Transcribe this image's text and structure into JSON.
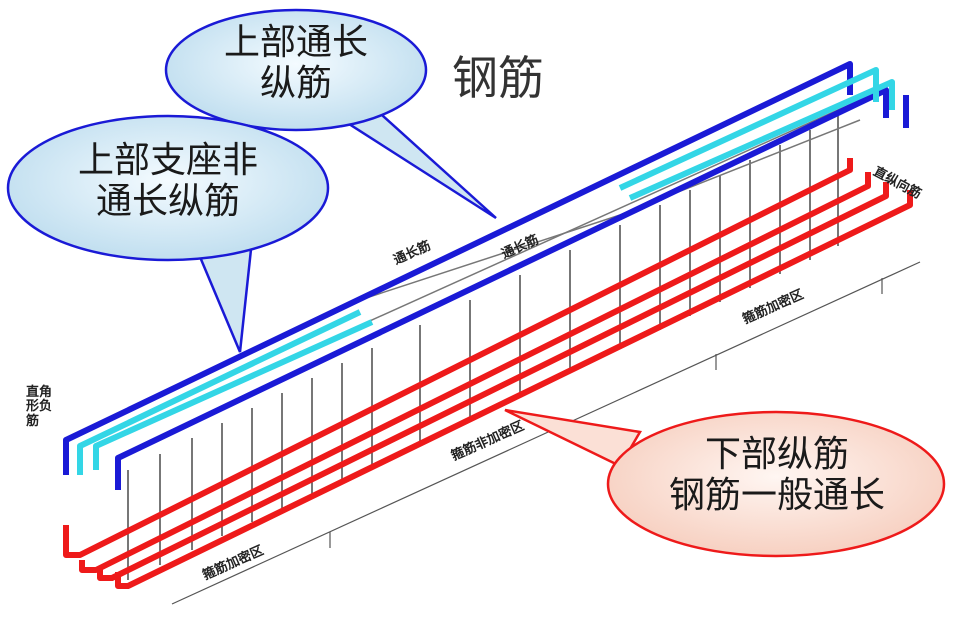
{
  "title": "钢筋",
  "callouts": {
    "top_through": {
      "line1": "上部通长",
      "line2": "纵筋"
    },
    "top_support": {
      "line1": "上部支座非",
      "line2": "通长纵筋"
    },
    "bottom": {
      "line1": "下部纵筋",
      "line2": "钢筋一般通长"
    }
  },
  "labels": {
    "straight_hook_line1": "直角",
    "straight_hook_line2": "形负",
    "straight_hook_line3": "筋",
    "through_bar_a": "通长筋",
    "through_bar_b": "通长筋",
    "stirrup_dense_right": "箍筋加密区",
    "stirrup_nondense": "箍筋非加密区",
    "stirrup_dense_left": "箍筋加密区",
    "longitudinal_bar": "直纵向筋"
  },
  "colors": {
    "top_through": "#1a1ad6",
    "top_support": "#33d6e6",
    "bottom": "#ee1a1a",
    "callout_fill": "#cfe6f2",
    "callout_fill_bottom": "#fbe0d6"
  }
}
